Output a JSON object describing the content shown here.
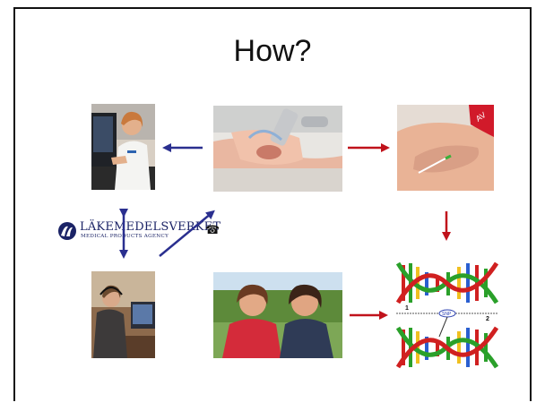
{
  "slide": {
    "title": "How?"
  },
  "logo": {
    "name": "LÄKEMEDELSVERKET",
    "subtitle": "MEDICAL PRODUCTS AGENCY"
  },
  "icons": {
    "phone": "telephone-icon",
    "phone_glyph": "☎"
  },
  "photos": [
    {
      "id": "doctor-at-computer",
      "icon": "photo"
    },
    {
      "id": "patient-with-breathing-tube",
      "icon": "photo"
    },
    {
      "id": "blood-sample-from-arm",
      "icon": "photo"
    },
    {
      "id": "operator-with-headset",
      "icon": "photo"
    },
    {
      "id": "two-smiling-women",
      "icon": "photo"
    },
    {
      "id": "dna-double-helix-snp",
      "icon": "diagram"
    }
  ],
  "dna": {
    "snp_label": "SNP",
    "left_number": "1",
    "right_number": "2"
  },
  "colors": {
    "blue_arrow": "#2a2f8f",
    "red_arrow": "#c0121b",
    "logo_blue": "#1b2366"
  }
}
